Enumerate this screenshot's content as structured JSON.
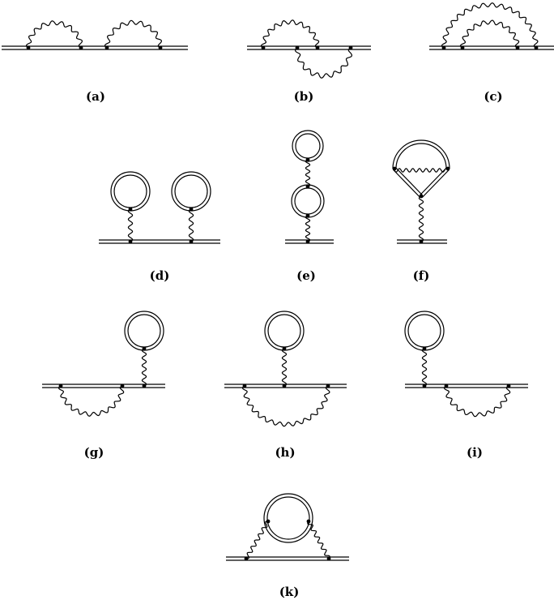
{
  "diagrams": [
    {
      "id": "a",
      "label": "(a)"
    },
    {
      "id": "b",
      "label": "(b)"
    },
    {
      "id": "c",
      "label": "(c)"
    },
    {
      "id": "d",
      "label": "(d)"
    },
    {
      "id": "e",
      "label": "(e)"
    },
    {
      "id": "f",
      "label": "(f)"
    },
    {
      "id": "g",
      "label": "(g)"
    },
    {
      "id": "h",
      "label": "(h)"
    },
    {
      "id": "i",
      "label": "(i)"
    },
    {
      "id": "k",
      "label": "(k)"
    }
  ]
}
